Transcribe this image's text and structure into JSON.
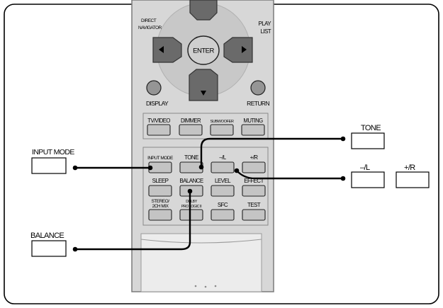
{
  "remote": {
    "direct_navigator": [
      "DIRECT",
      "NAVIGATOR"
    ],
    "play_list": [
      "PLAY",
      "LIST"
    ],
    "enter": "ENTER",
    "display": "DISPLAY",
    "return": "RETURN",
    "top_row": [
      "TV/VIDEO",
      "DIMMER",
      "SUBWOOFER",
      "MUTING"
    ],
    "row1": [
      "INPUT MODE",
      "TONE",
      "–/L",
      "+/R"
    ],
    "row2": [
      "SLEEP",
      "BALANCE",
      "LEVEL",
      "EFFECT"
    ],
    "row3_stereo": [
      "STEREO/",
      "2CH MIX"
    ],
    "row3_dolby": [
      "DOLBY",
      "PRO LOGIC II"
    ],
    "row3_sfc": "SFC",
    "row3_test": "TEST"
  },
  "callouts": {
    "tone": "TONE",
    "input_mode": "INPUT MODE",
    "minus_l": "–/L",
    "plus_r": "+/R",
    "balance": "BALANCE"
  },
  "colors": {
    "remote_body": "#d7d7d7",
    "remote_dark": "#6a6a6a",
    "button_fill": "#c4c4c4",
    "button_dark": "#959595",
    "enter_fill": "#cfcfcf",
    "line": "#000000"
  }
}
